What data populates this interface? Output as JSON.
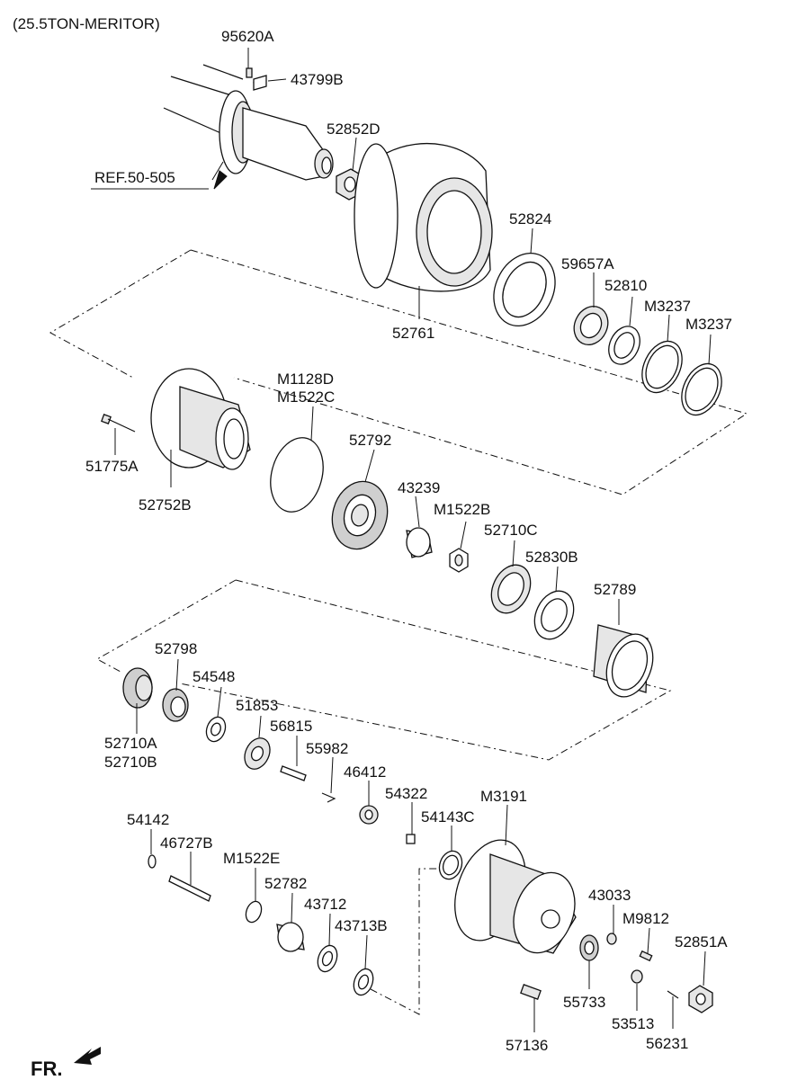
{
  "title": "(25.5TON-MERITOR)",
  "direction_label": "FR.",
  "reference_label": "REF.50-505",
  "part_labels": {
    "p95620A": "95620A",
    "p43799B": "43799B",
    "p52852D": "52852D",
    "p52824": "52824",
    "p59657A": "59657A",
    "p52810": "52810",
    "pM3237a": "M3237",
    "pM3237b": "M3237",
    "p52761": "52761",
    "pM1128D": "M1128D",
    "pM1522C": "M1522C",
    "p52792": "52792",
    "p43239": "43239",
    "pM1522B": "M1522B",
    "p52710C": "52710C",
    "p52830B": "52830B",
    "p52789": "52789",
    "p51775A": "51775A",
    "p52752B": "52752B",
    "p52798": "52798",
    "p54548": "54548",
    "p51853": "51853",
    "p56815": "56815",
    "p55982": "55982",
    "p46412": "46412",
    "p54322": "54322",
    "pM3191": "M3191",
    "p54143C": "54143C",
    "p52710A": "52710A",
    "p52710B": "52710B",
    "p54142": "54142",
    "p46727B": "46727B",
    "pM1522E": "M1522E",
    "p52782": "52782",
    "p43712": "43712",
    "p43713B": "43713B",
    "p43033": "43033",
    "pM9812": "M9812",
    "p52851A": "52851A",
    "p55733": "55733",
    "p53513": "53513",
    "p56231": "56231",
    "p57136": "57136"
  }
}
